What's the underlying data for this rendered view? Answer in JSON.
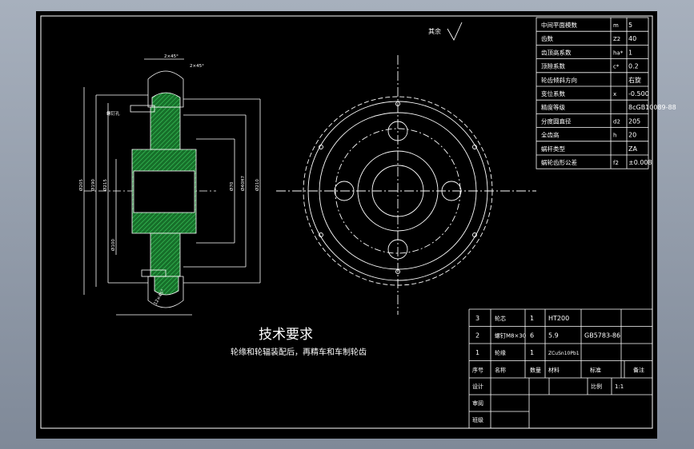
{
  "params_table": {
    "rows": [
      {
        "label": "中间平面模数",
        "symbol": "m",
        "value": "5"
      },
      {
        "label": "齿数",
        "symbol": "Z2",
        "value": "40"
      },
      {
        "label": "齿顶高系数",
        "symbol": "ha*",
        "value": "1"
      },
      {
        "label": "顶隙系数",
        "symbol": "c*",
        "value": "0.2"
      },
      {
        "label": "轮齿倾斜方向",
        "symbol": "",
        "value": "右旋"
      },
      {
        "label": "变位系数",
        "symbol": "x",
        "value": "-0.500"
      },
      {
        "label": "精度等级",
        "symbol": "",
        "value": "8cGB10089-88"
      },
      {
        "label": "分度圆直径",
        "symbol": "d2",
        "value": "205"
      },
      {
        "label": "全齿高",
        "symbol": "h",
        "value": "20"
      },
      {
        "label": "蜗杆类型",
        "symbol": "",
        "value": "ZA"
      },
      {
        "label": "蜗轮齿形公差",
        "symbol": "f2",
        "value": "±0.008"
      }
    ]
  },
  "roughness_label": "其余",
  "tech_requirements": {
    "title": "技术要求",
    "line": "轮缘和轮辐装配后，再精车和车制轮齿"
  },
  "section_view": {
    "dims": [
      "2×45°",
      "Ø205",
      "Ø190",
      "Ø215",
      "Ø100",
      "Ø70",
      "Ø40H7",
      "Ø210",
      "2×45°",
      "12×45°"
    ],
    "label_screw": "螺钉孔"
  },
  "bom_table": {
    "rows": [
      {
        "no": "3",
        "name": "轮芯",
        "qty": "1",
        "material": "HT200",
        "standard": ""
      },
      {
        "no": "2",
        "name": "螺钉M8×30",
        "qty": "6",
        "material": "5.9",
        "standard": "GB5783-86"
      },
      {
        "no": "1",
        "name": "轮缘",
        "qty": "1",
        "material": "ZCuSn10Pb1",
        "standard": ""
      }
    ],
    "header": [
      "序号",
      "名称",
      "数量",
      "材料",
      "标准",
      "备注"
    ],
    "title_rows": [
      "设计",
      "审阅",
      "班级"
    ],
    "scale_label": "比例",
    "scale_value": "1:1"
  },
  "colors": {
    "background": "#000000",
    "lines": "#ffffff",
    "hatch": "#1f9a3a",
    "frame": "#8c96a6"
  }
}
